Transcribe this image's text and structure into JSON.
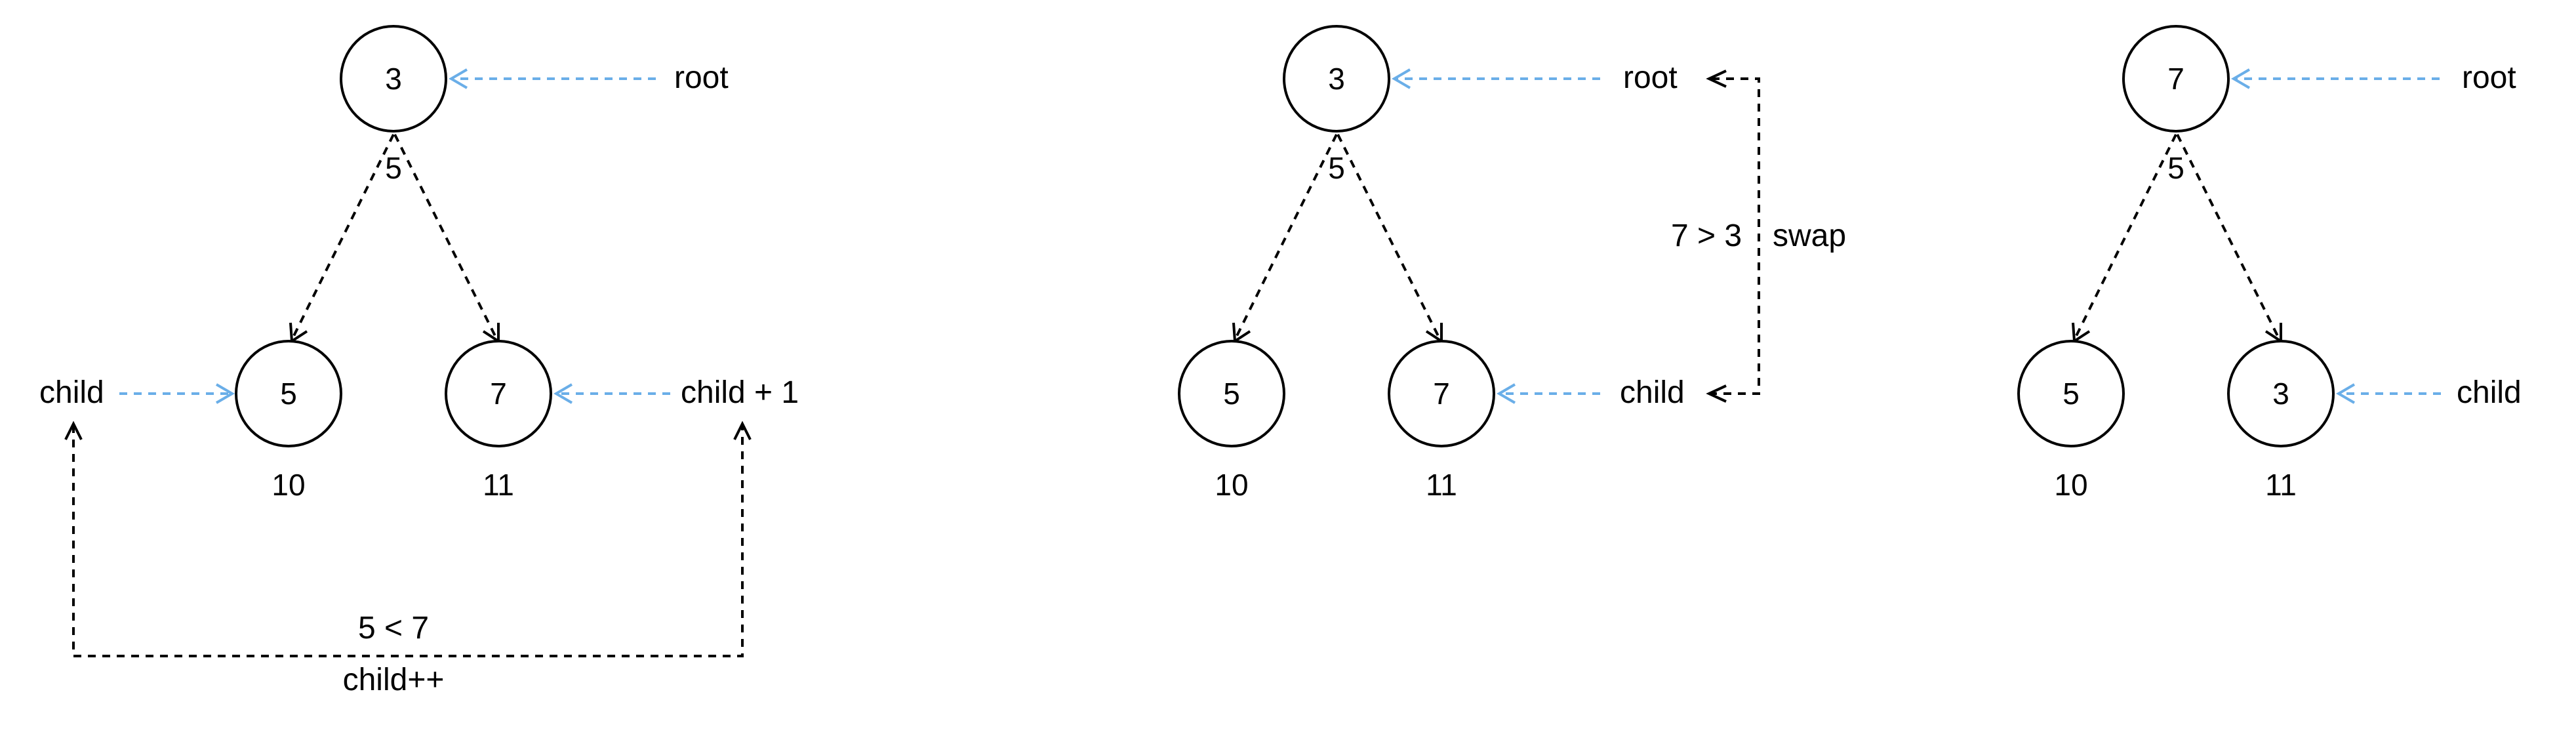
{
  "colors": {
    "pointer_arrow": "#6aaee8",
    "edge": "#000000",
    "text": "#000000"
  },
  "panels": [
    {
      "id": "step1",
      "root_node": {
        "value": "3",
        "index": "5"
      },
      "left_node": {
        "value": "5",
        "index": "10"
      },
      "right_node": {
        "value": "7",
        "index": "11"
      },
      "root_pointer": "root",
      "left_pointer": "child",
      "right_pointer": "child + 1",
      "compare_label": "5 < 7",
      "action_label": "child++"
    },
    {
      "id": "step2",
      "root_node": {
        "value": "3",
        "index": "5"
      },
      "left_node": {
        "value": "5",
        "index": "10"
      },
      "right_node": {
        "value": "7",
        "index": "11"
      },
      "root_pointer": "root",
      "right_pointer": "child",
      "compare_label": "7 > 3",
      "action_label": "swap"
    },
    {
      "id": "step3",
      "root_node": {
        "value": "7",
        "index": "5"
      },
      "left_node": {
        "value": "5",
        "index": "10"
      },
      "right_node": {
        "value": "3",
        "index": "11"
      },
      "root_pointer": "root",
      "right_pointer": "child"
    }
  ]
}
